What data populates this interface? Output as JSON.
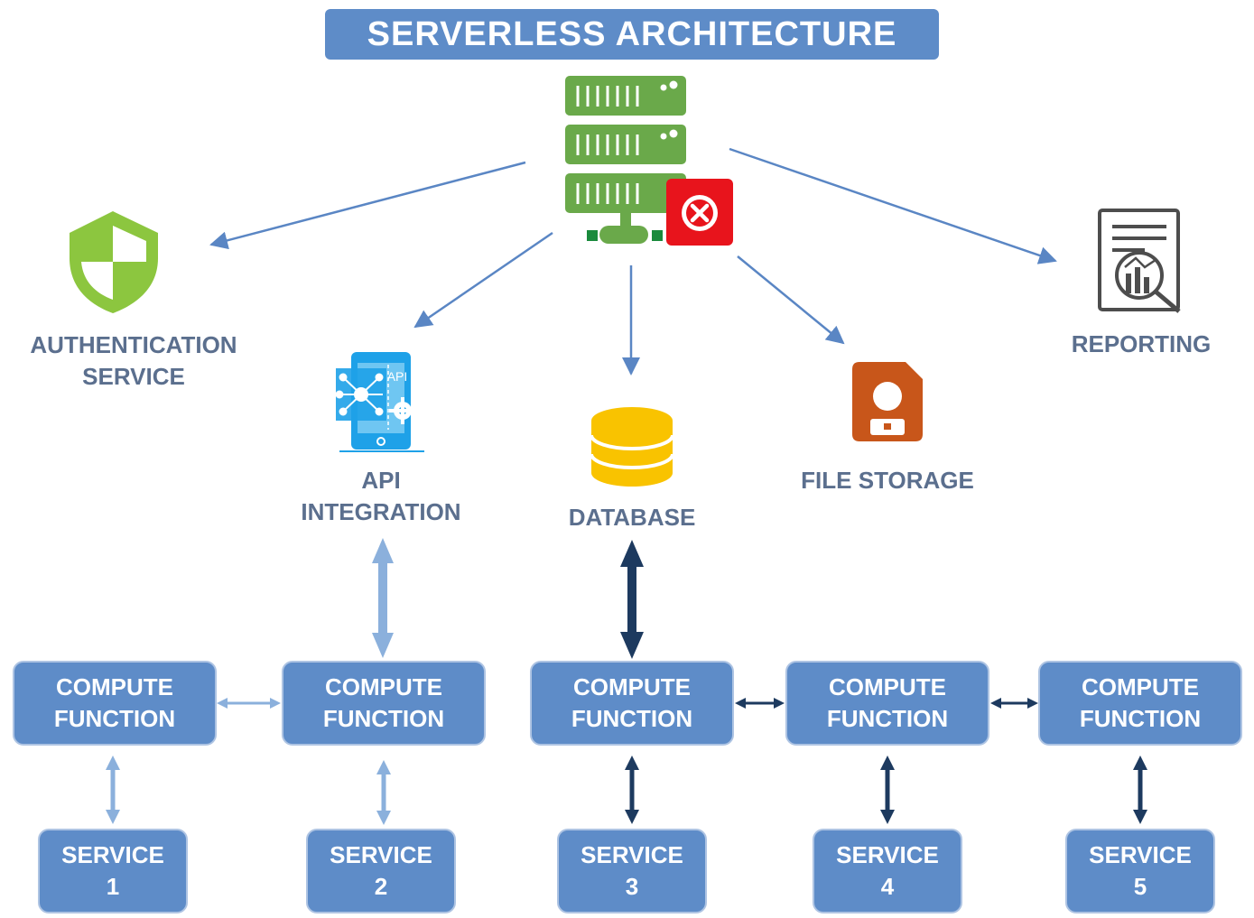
{
  "title": "SERVERLESS  ARCHITECTURE",
  "nodes": {
    "auth": {
      "line1": "AUTHENTICATION",
      "line2": "SERVICE",
      "icon": "shield-icon"
    },
    "api": {
      "line1": "API",
      "line2": "INTEGRATION",
      "icon": "mobile-api-icon",
      "icon_text": "API"
    },
    "database": {
      "label": "DATABASE",
      "icon": "database-icon"
    },
    "file_storage": {
      "label": "FILE STORAGE",
      "icon": "floppy-disk-icon"
    },
    "reporting": {
      "label": "REPORTING",
      "icon": "report-icon"
    },
    "server": {
      "icon": "server-icon",
      "status_icon": "error-x-icon"
    }
  },
  "compute_functions": [
    {
      "line1": "COMPUTE",
      "line2": "FUNCTION"
    },
    {
      "line1": "COMPUTE",
      "line2": "FUNCTION"
    },
    {
      "line1": "COMPUTE",
      "line2": "FUNCTION"
    },
    {
      "line1": "COMPUTE",
      "line2": "FUNCTION"
    },
    {
      "line1": "COMPUTE",
      "line2": "FUNCTION"
    }
  ],
  "services": [
    {
      "line1": "SERVICE",
      "line2": "1"
    },
    {
      "line1": "SERVICE",
      "line2": "2"
    },
    {
      "line1": "SERVICE",
      "line2": "3"
    },
    {
      "line1": "SERVICE",
      "line2": "4"
    },
    {
      "line1": "SERVICE",
      "line2": "5"
    }
  ],
  "colors": {
    "primary_box": "#5e8cc8",
    "label_text": "#5b6f8e",
    "arrow_light": "#8bb0dc",
    "arrow_dark": "#1d3a5f",
    "arrow_thin": "#5a86c4",
    "server_green": "#6aa94a",
    "shield_green": "#8cc63f",
    "database_yellow": "#f9c300",
    "storage_orange": "#c8561a",
    "error_red": "#e8141c",
    "api_blue": "#1ea1e8"
  }
}
